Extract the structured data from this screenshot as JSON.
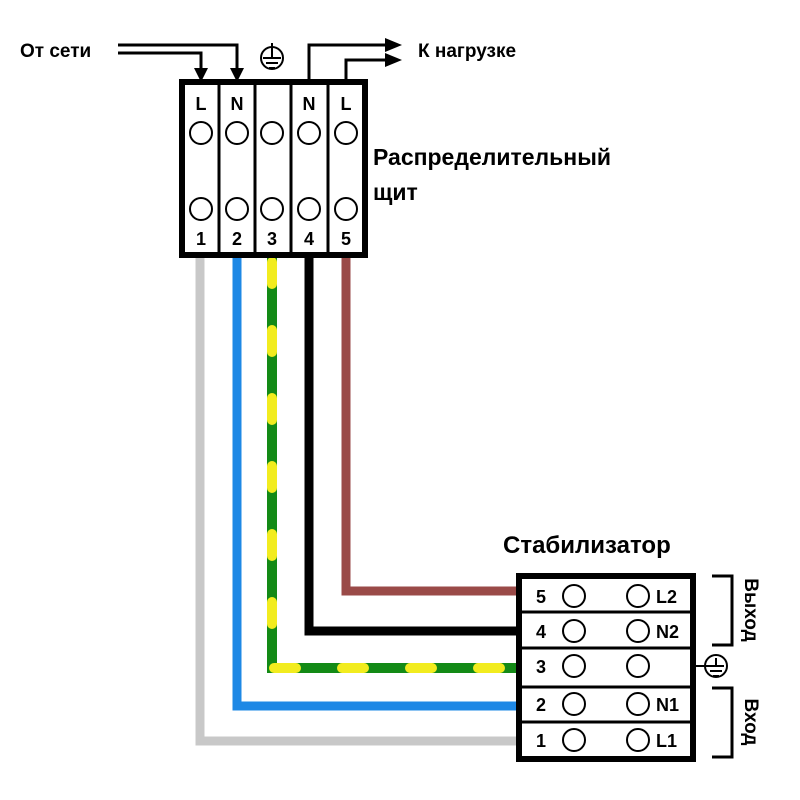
{
  "labels": {
    "from_grid": "От сети",
    "to_load": "К нагрузке",
    "panel_title_line1": "Распределительный",
    "panel_title_line2": "щит",
    "stabilizer_title": "Стабилизатор",
    "output": "Выход",
    "input": "Вход"
  },
  "panel": {
    "top_labels": [
      "L",
      "N",
      "",
      "N",
      "L"
    ],
    "bottom_labels": [
      "1",
      "2",
      "3",
      "4",
      "5"
    ]
  },
  "stabilizer": {
    "rows": [
      {
        "num": "5",
        "terminal": "L2"
      },
      {
        "num": "4",
        "terminal": "N2"
      },
      {
        "num": "3",
        "terminal": ""
      },
      {
        "num": "2",
        "terminal": "N1"
      },
      {
        "num": "1",
        "terminal": "L1"
      }
    ]
  },
  "wire_colors": {
    "wire1": "#c8c8c8",
    "wire2": "#1e88e5",
    "wire3_green": "#138a16",
    "wire3_yellow": "#f2ec1f",
    "wire4": "#000000",
    "wire5": "#9a4a48"
  },
  "icons": {
    "ground": "ground-icon",
    "arrow": "arrow-icon"
  }
}
